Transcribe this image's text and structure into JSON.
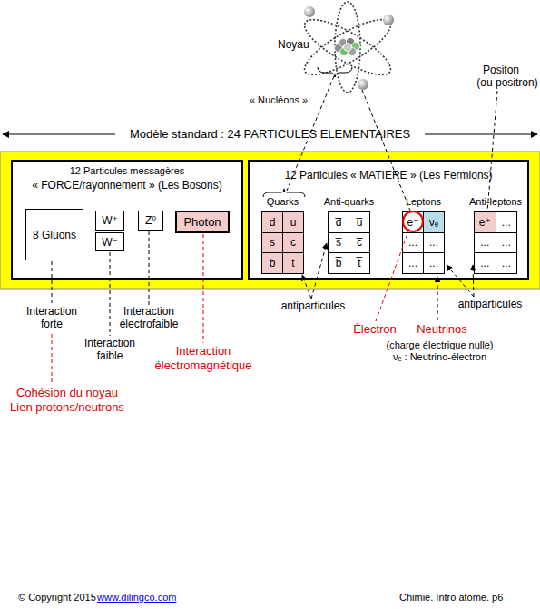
{
  "diagram": {
    "title": "Modèle standard : 24 PARTICULES ELEMENTAIRES",
    "nodes": [
      {
        "text": [
          "12 Particules messagères",
          "« FORCE/rayonnement » (Les Bosons)"
        ]
      },
      {
        "text": [
          "8 Gluons"
        ],
        "in": 0
      },
      {
        "text": [
          "W⁺"
        ],
        "in": 0
      },
      {
        "text": [
          "W⁻"
        ],
        "in": 0
      },
      {
        "text": [
          "Z⁰"
        ],
        "in": 0
      },
      {
        "text": [
          "Photon"
        ],
        "in": 0
      },
      {
        "text": [
          "12 Particules « MATIERE » (Les Fermions)"
        ]
      },
      {
        "text": [
          "Quarks",
          "d",
          "u",
          "s",
          "c",
          "b",
          "t"
        ],
        "in": 6
      },
      {
        "text": [
          "Anti-quarks",
          "d̅",
          "u̅",
          "s̅",
          "c̅",
          "b̅",
          "t̅"
        ],
        "in": 6
      },
      {
        "text": [
          "Leptons",
          "e⁻",
          "νₑ",
          "...",
          "...",
          "...",
          "..."
        ],
        "in": 6
      },
      {
        "text": [
          "Anti-leptons",
          "e⁺",
          "...",
          "...",
          "...",
          "...",
          "..."
        ],
        "in": 6
      }
    ],
    "labels": [
      "Noyau",
      "« Nucléons »",
      "Positon (ou positron)",
      "Interaction forte",
      "Interaction faible",
      "Interaction électrofaible",
      "Interaction électromagnétique",
      "Cohésion du noyau Lien protons/neutrons",
      "antiparticules",
      "antiparticules",
      "Électron",
      "Neutrinos",
      "(charge électrique nulle) νₑ : Neutrino-électron",
      "© Copyright 2015",
      "www.dilingco.com",
      "Chimie. Intro atome. p6"
    ]
  }
}
